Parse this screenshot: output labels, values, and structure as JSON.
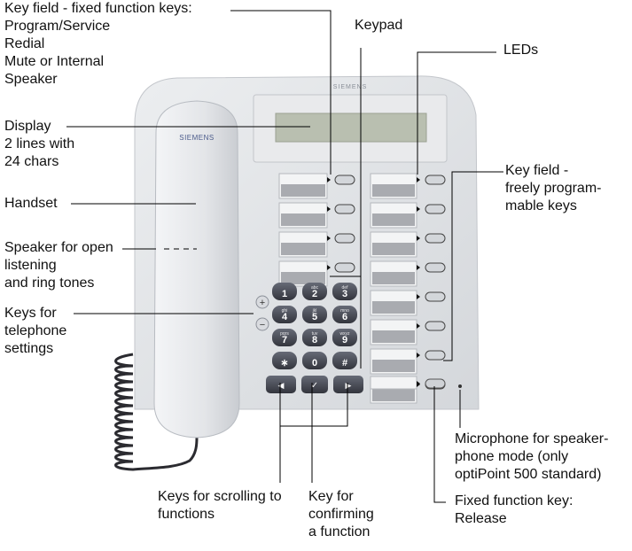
{
  "labels": {
    "key_field_fixed": "Key field - fixed function keys:\nProgram/Service\nRedial\nMute or Internal\nSpeaker",
    "keypad": "Keypad",
    "leds": "LEDs",
    "display": "Display\n2 lines with\n24 chars",
    "key_field_free": "Key field -\nfreely program-\nmable keys",
    "handset": "Handset",
    "speaker": "Speaker for open\nlistening\nand ring tones",
    "settings_keys": "Keys for\ntelephone\nsettings",
    "microphone": "Microphone for speaker-\nphone mode (only\noptiPoint 500 standard)",
    "scroll_keys": "Keys for scrolling to\nfunctions",
    "confirm_key": "Key for\nconfirming\na function",
    "release_key": "Fixed function key:\nRelease"
  },
  "brand": {
    "handset": "SIEMENS",
    "body": "SIEMENS"
  },
  "keypad": [
    {
      "digit": "1",
      "letters": ""
    },
    {
      "digit": "2",
      "letters": "abc"
    },
    {
      "digit": "3",
      "letters": "def"
    },
    {
      "digit": "4",
      "letters": "ghi"
    },
    {
      "digit": "5",
      "letters": "jkl"
    },
    {
      "digit": "6",
      "letters": "mno"
    },
    {
      "digit": "7",
      "letters": "pqrs"
    },
    {
      "digit": "8",
      "letters": "tuv"
    },
    {
      "digit": "9",
      "letters": "wxyz"
    },
    {
      "digit": "∗",
      "letters": ""
    },
    {
      "digit": "0",
      "letters": ""
    },
    {
      "digit": "#",
      "letters": ""
    }
  ],
  "settings": {
    "plus": "+",
    "minus": "−"
  },
  "nav_keys": {
    "left": "◀",
    "confirm": "✓",
    "right": "▶"
  },
  "colors": {
    "phone_body": "#dfe1e4",
    "display": "#b9bfb0",
    "key_dark": "#4a4d57",
    "leader": "#000000"
  }
}
